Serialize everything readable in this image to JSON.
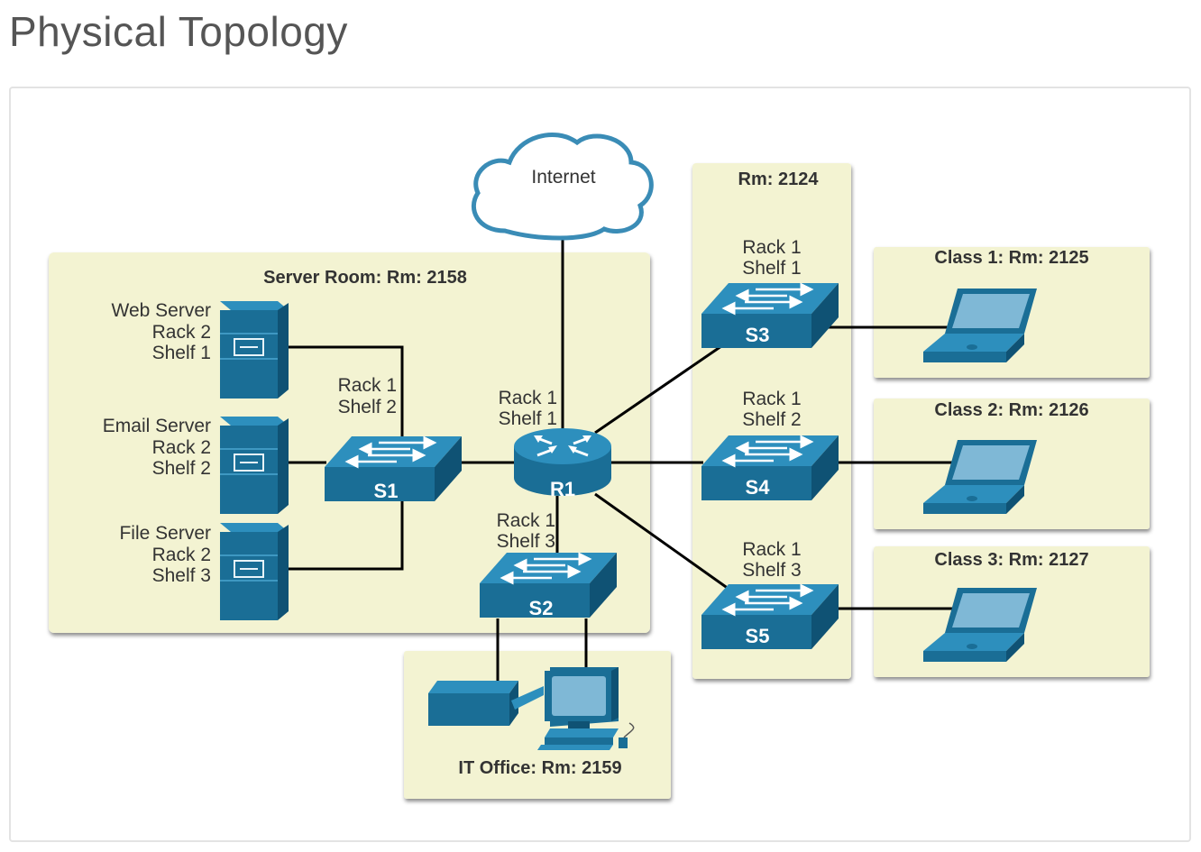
{
  "page": {
    "title": "Physical Topology"
  },
  "colors": {
    "room_fill": "#f3f3d2",
    "device_front": "#1a6e96",
    "device_top": "#2d8fbd",
    "device_side": "#0f5274",
    "cloud_stroke": "#3a8cb6",
    "link": "#000000"
  },
  "cloud": {
    "label": "Internet"
  },
  "rooms": {
    "server_room": "Server Room: Rm: 2158",
    "rm2124": "Rm: 2124",
    "class1": "Class 1: Rm: 2125",
    "class2": "Class 2: Rm: 2126",
    "class3": "Class 3: Rm: 2127",
    "it_office": "IT Office: Rm: 2159"
  },
  "servers": [
    {
      "name": "Web Server",
      "rack": "Rack 2",
      "shelf": "Shelf 1"
    },
    {
      "name": "Email Server",
      "rack": "Rack 2",
      "shelf": "Shelf 2"
    },
    {
      "name": "File Server",
      "rack": "Rack 2",
      "shelf": "Shelf 3"
    }
  ],
  "devices": {
    "r1": {
      "label": "R1",
      "rack": "Rack 1",
      "shelf": "Shelf 1"
    },
    "s1": {
      "label": "S1",
      "rack": "Rack 1",
      "shelf": "Shelf 2"
    },
    "s2": {
      "label": "S2",
      "rack": "Rack 1",
      "shelf": "Shelf 3"
    },
    "s3": {
      "label": "S3",
      "rack": "Rack 1",
      "shelf": "Shelf 1"
    },
    "s4": {
      "label": "S4",
      "rack": "Rack 1",
      "shelf": "Shelf 2"
    },
    "s5": {
      "label": "S5",
      "rack": "Rack 1",
      "shelf": "Shelf 3"
    }
  },
  "icons": [
    "cloud-icon",
    "router-icon",
    "switch-icon",
    "server-icon",
    "laptop-icon",
    "printer-icon",
    "desktop-pc-icon"
  ]
}
